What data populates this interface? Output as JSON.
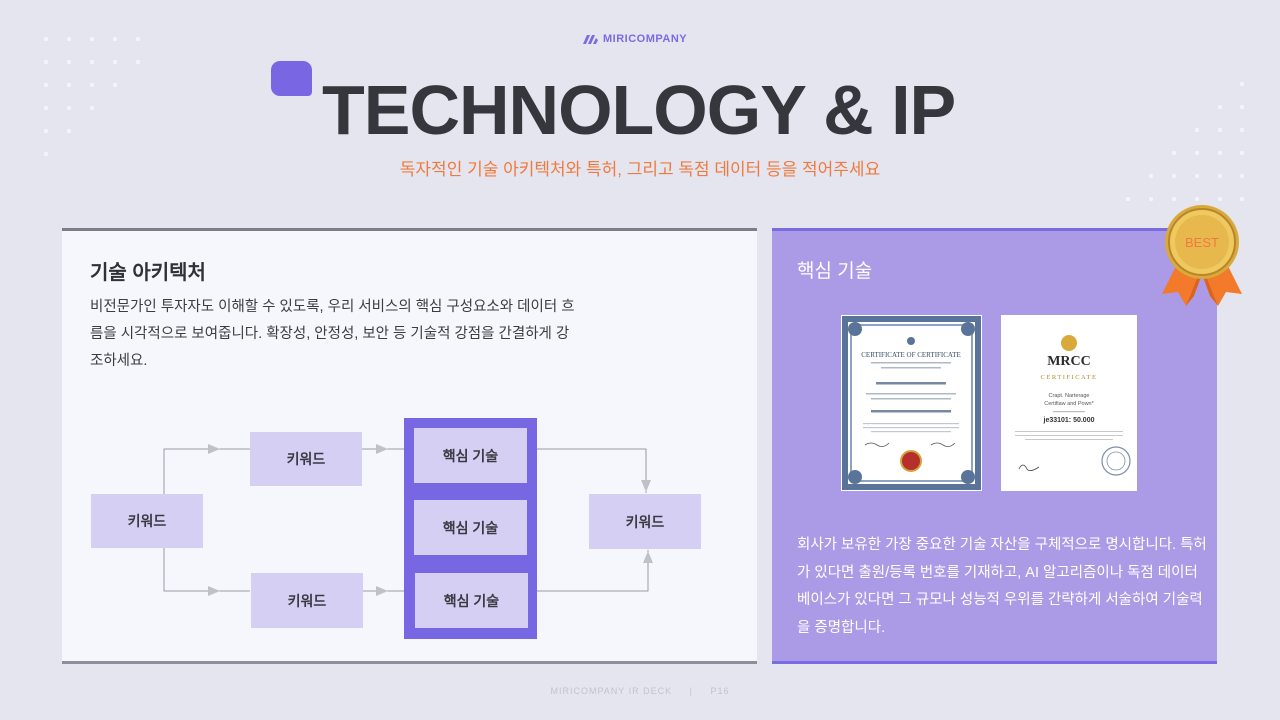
{
  "brand": {
    "logo_icon": "miricompany-logo-icon",
    "name": "MIRICOMPANY"
  },
  "header": {
    "title": "TECHNOLOGY & IP",
    "subtitle": "독자적인 기술 아키텍처와 특허, 그리고 독점 데이터 등을 적어주세요"
  },
  "left_card": {
    "heading": "기술 아키텍처",
    "body": "비전문가인 투자자도 이해할 수 있도록, 우리 서비스의 핵심 구성요소와 데이터 흐름을 시각적으로 보여줍니다. 확장성, 안정성, 보안 등 기술적 강점을 간결하게 강조하세요.",
    "diagram": {
      "source_node": "키워드",
      "upper_node": "키워드",
      "lower_node": "키워드",
      "core_nodes": [
        "핵심 기술",
        "핵심 기술",
        "핵심 기술"
      ],
      "target_node": "키워드"
    }
  },
  "right_card": {
    "heading": "핵심 기술",
    "badge": "BEST",
    "certificates": [
      {
        "title": "CERTIFICATE OF CERTIFICATE",
        "icon": "certificate-seal-icon"
      },
      {
        "org": "MRCC",
        "title": "CERTIFICATE",
        "line1": "Crapt. Narterage",
        "line2": "Certifiaw and Pown*",
        "number": "je33101: 50.000",
        "icon": "certificate-stamp-icon"
      }
    ],
    "body": "회사가 보유한 가장 중요한 기술 자산을 구체적으로 명시합니다. 특허가 있다면 출원/등록 번호를 기재하고, AI 알고리즘이나 독점 데이터베이스가 있다면 그 규모나 성능적 우위를 간략하게 서술하여 기술력을 증명합니다."
  },
  "footer": {
    "text": "MIRICOMPANY  IR DECK",
    "separator": "|",
    "page": "P16"
  },
  "colors": {
    "accent": "#7866e2",
    "subtitle": "#f07a3e",
    "node_fill": "#d5cff3",
    "right_card_bg": "#ab9be6",
    "background": "#e4e5ef"
  }
}
